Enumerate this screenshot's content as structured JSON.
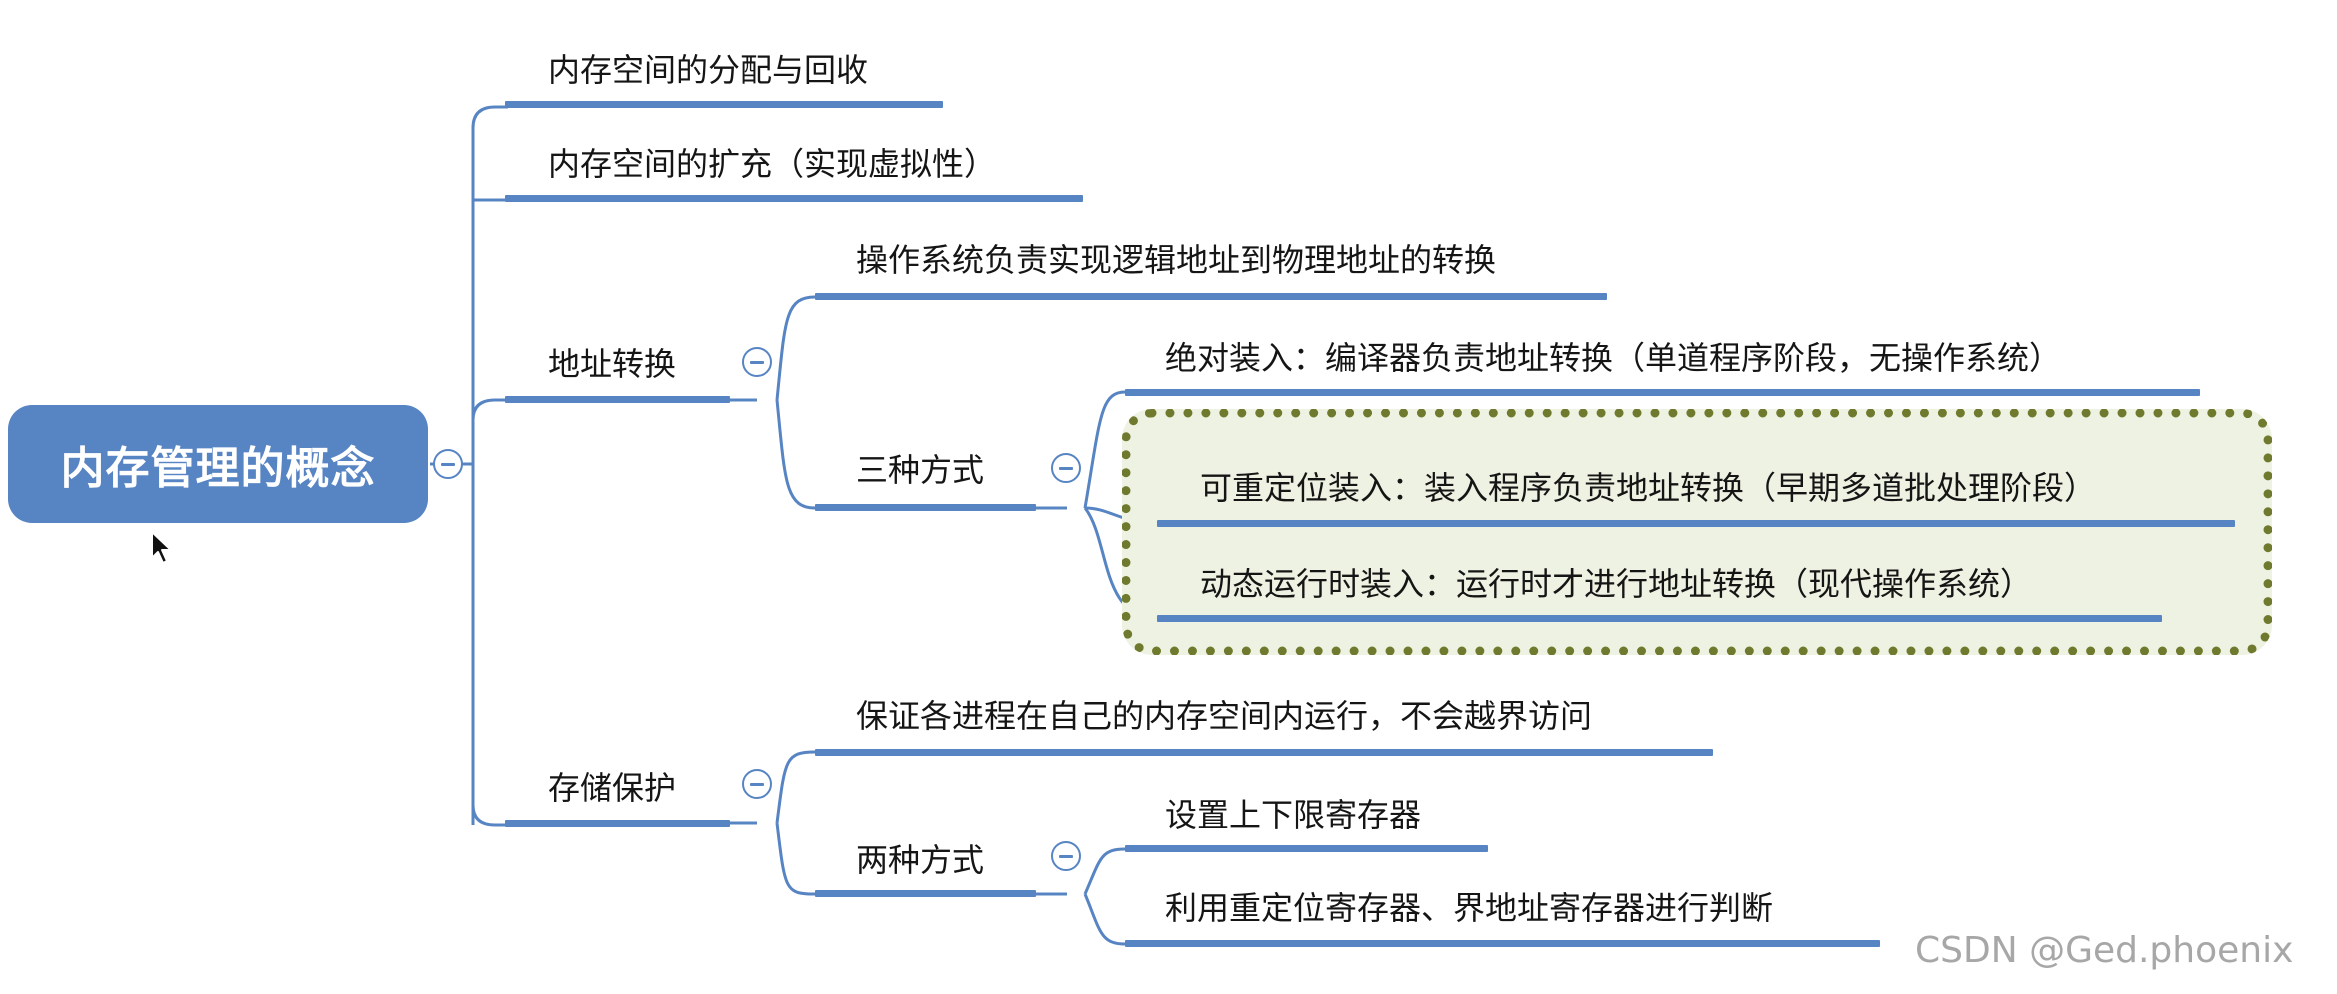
{
  "root": {
    "label": "内存管理的概念"
  },
  "branches": {
    "alloc": {
      "label": "内存空间的分配与回收"
    },
    "expand": {
      "label": "内存空间的扩充（实现虚拟性）"
    },
    "addr": {
      "label": "地址转换",
      "os_responsible": "操作系统负责实现逻辑地址到物理地址的转换",
      "three_ways": {
        "label": "三种方式",
        "absolute": "绝对装入：编译器负责地址转换（单道程序阶段，无操作系统）",
        "relocatable": "可重定位装入：装入程序负责地址转换（早期多道批处理阶段）",
        "dynamic": "动态运行时装入：运行时才进行地址转换（现代操作系统）"
      }
    },
    "protect": {
      "label": "存储保护",
      "guarantee": "保证各进程在自己的内存空间内运行，不会越界访问",
      "two_ways": {
        "label": "两种方式",
        "bounds": "设置上下限寄存器",
        "relocation_reg": "利用重定位寄存器、界地址寄存器进行判断"
      }
    }
  },
  "watermark": "CSDN @Ged.phoenix",
  "colors": {
    "accent": "#5784c3",
    "highlight_border": "#6f7a2e",
    "highlight_fill": "#eef2e2"
  },
  "icons": {
    "collapse": "minus-circle-icon",
    "pointer": "mouse-pointer-icon"
  }
}
